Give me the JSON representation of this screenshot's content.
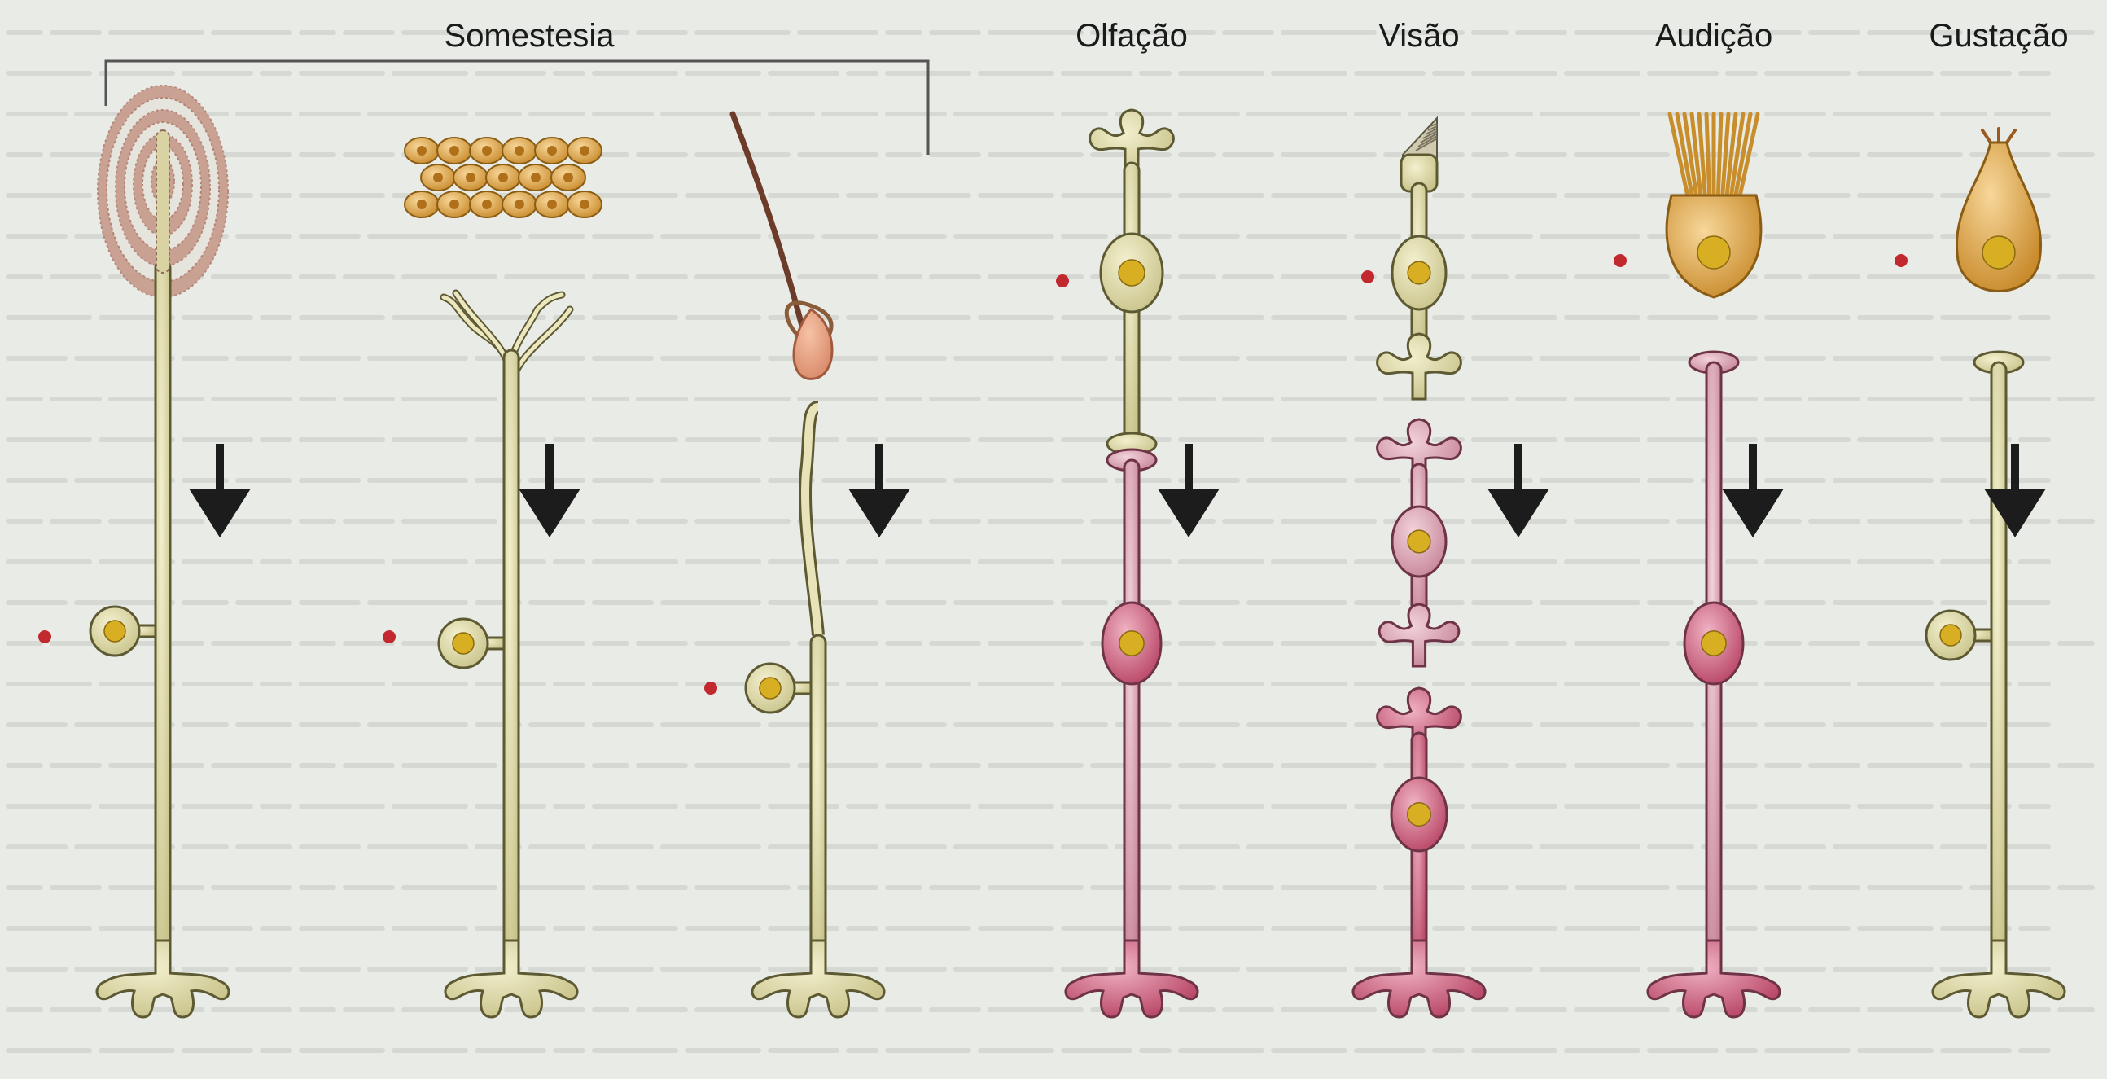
{
  "labels": {
    "somestesia": "Somestesia",
    "olfacao": "Olfação",
    "visao": "Visão",
    "audicao": "Audição",
    "gustacao": "Gustação"
  },
  "colors": {
    "background": "#e9ece6",
    "neuron_primary": "#e2ddb0",
    "neuron_primary_stroke": "#5d5a33",
    "neuron_secondary": "#d9a6b4",
    "neuron_secondary_stroke": "#6e3346",
    "neuron_tertiary": "#d56782",
    "nucleus": "#d8ae22",
    "receptor_cell": "#dca54a",
    "pacinian_capsule": "#c79a8c",
    "epithelium": "#d8a53f",
    "dot": "#c2292f",
    "arrow": "#1c1c1c"
  },
  "icons": [
    "down-arrow-icon",
    "red-dot-marker"
  ]
}
